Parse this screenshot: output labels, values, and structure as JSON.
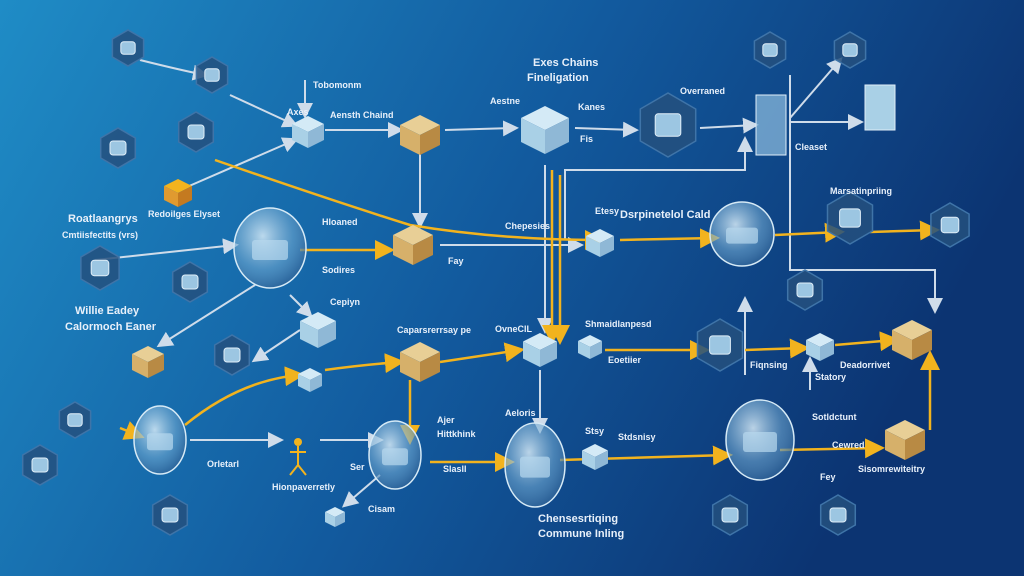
{
  "colors": {
    "bg_left": "#1f8cc6",
    "bg_right": "#0c3472",
    "line_light": "#cfdcea",
    "line_accent": "#f2b31e",
    "cube": "#a9d0e6",
    "box": "#d6b06a",
    "hex": "#24507e"
  },
  "labels": {
    "title_1": "Exes Chains",
    "title_2": "Fineligation",
    "tobomonm": "Tobomonm",
    "axes": "Axes",
    "aensth": "Aensth Chaind",
    "aestne": "Aestne",
    "kanes": "Kanes",
    "fis": "Fis",
    "overraned": "Overraned",
    "cleaset": "Cleaset",
    "roat_1": "Roatlaangrys",
    "roat_2": "Cmtiisfectits (vrs)",
    "redoilges": "Redoilges Elyset",
    "hloaned": "Hloaned",
    "sodires": "Sodires",
    "fay": "Fay",
    "chepesies": "Chepesies",
    "etesy": "Etesy",
    "dsrp": "Dsrpinetelol Cald",
    "marsat": "Marsatinpriing",
    "willie_1": "Willie Eadey",
    "willie_2": "Calormoch Eaner",
    "cepiyn": "Cepiyn",
    "capars": "Caparsrerrsay pe",
    "ovnecl": "OvneClL",
    "shmaid": "Shmaidlanpesd",
    "eoetiier": "Eoetiier",
    "fiqnsing": "Fiqnsing",
    "deador": "Deadorrivet",
    "statory": "Statory",
    "aeloris": "Aeloris",
    "ajer": "Ajer",
    "hittk": "Hittkhink",
    "stsy": "Stsy",
    "stdsn": "Stdsnisy",
    "sotld": "Sotldctunt",
    "cewred": "Cewred",
    "sisom": "Sisomrewiteitry",
    "orletarl": "Orletarl",
    "ser": "Ser",
    "slasll": "Slasll",
    "hionpav": "Hionpaverretly",
    "fey": "Fey",
    "cisam": "Cisam",
    "bottom_1": "Chensesrtiqing",
    "bottom_2": "Commune Inling"
  }
}
